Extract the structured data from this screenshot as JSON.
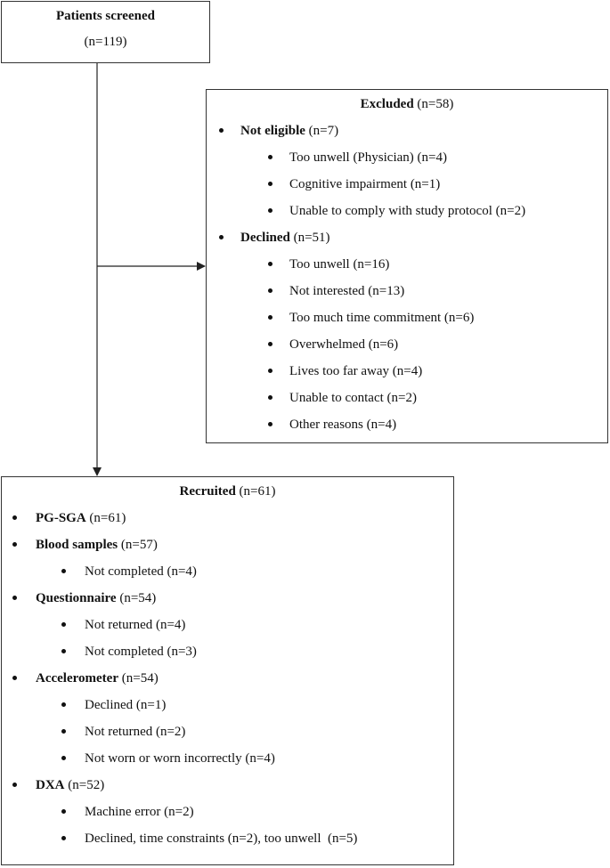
{
  "screened": {
    "title": "Patients screened",
    "count": "(n=119)"
  },
  "excluded": {
    "title": "Excluded",
    "count": "(n=58)",
    "groups": [
      {
        "label": "Not eligible",
        "count": "(n=7)",
        "items": [
          "Too unwell (Physician) (n=4)",
          "Cognitive impairment (n=1)",
          "Unable to comply with study protocol (n=2)"
        ]
      },
      {
        "label": "Declined",
        "count": "(n=51)",
        "items": [
          "Too unwell (n=16)",
          "Not interested (n=13)",
          "Too much time commitment (n=6)",
          "Overwhelmed (n=6)",
          "Lives too far away (n=4)",
          "Unable to contact (n=2)",
          "Other reasons (n=4)"
        ]
      }
    ]
  },
  "recruited": {
    "title": "Recruited",
    "count": "(n=61)",
    "groups": [
      {
        "label": "PG-SGA",
        "count": "(n=61)",
        "items": []
      },
      {
        "label": "Blood samples",
        "count": "(n=57)",
        "items": [
          "Not completed (n=4)"
        ]
      },
      {
        "label": "Questionnaire",
        "count": "(n=54)",
        "items": [
          "Not returned (n=4)",
          "Not completed (n=3)"
        ]
      },
      {
        "label": "Accelerometer",
        "count": "(n=54)",
        "items": [
          "Declined (n=1)",
          "Not returned (n=2)",
          "Not worn or worn incorrectly (n=4)"
        ]
      },
      {
        "label": "DXA",
        "count": "(n=52)",
        "items": [
          "Machine error (n=2)",
          "Declined, time constraints (n=2), too unwell  (n=5)"
        ]
      }
    ]
  }
}
